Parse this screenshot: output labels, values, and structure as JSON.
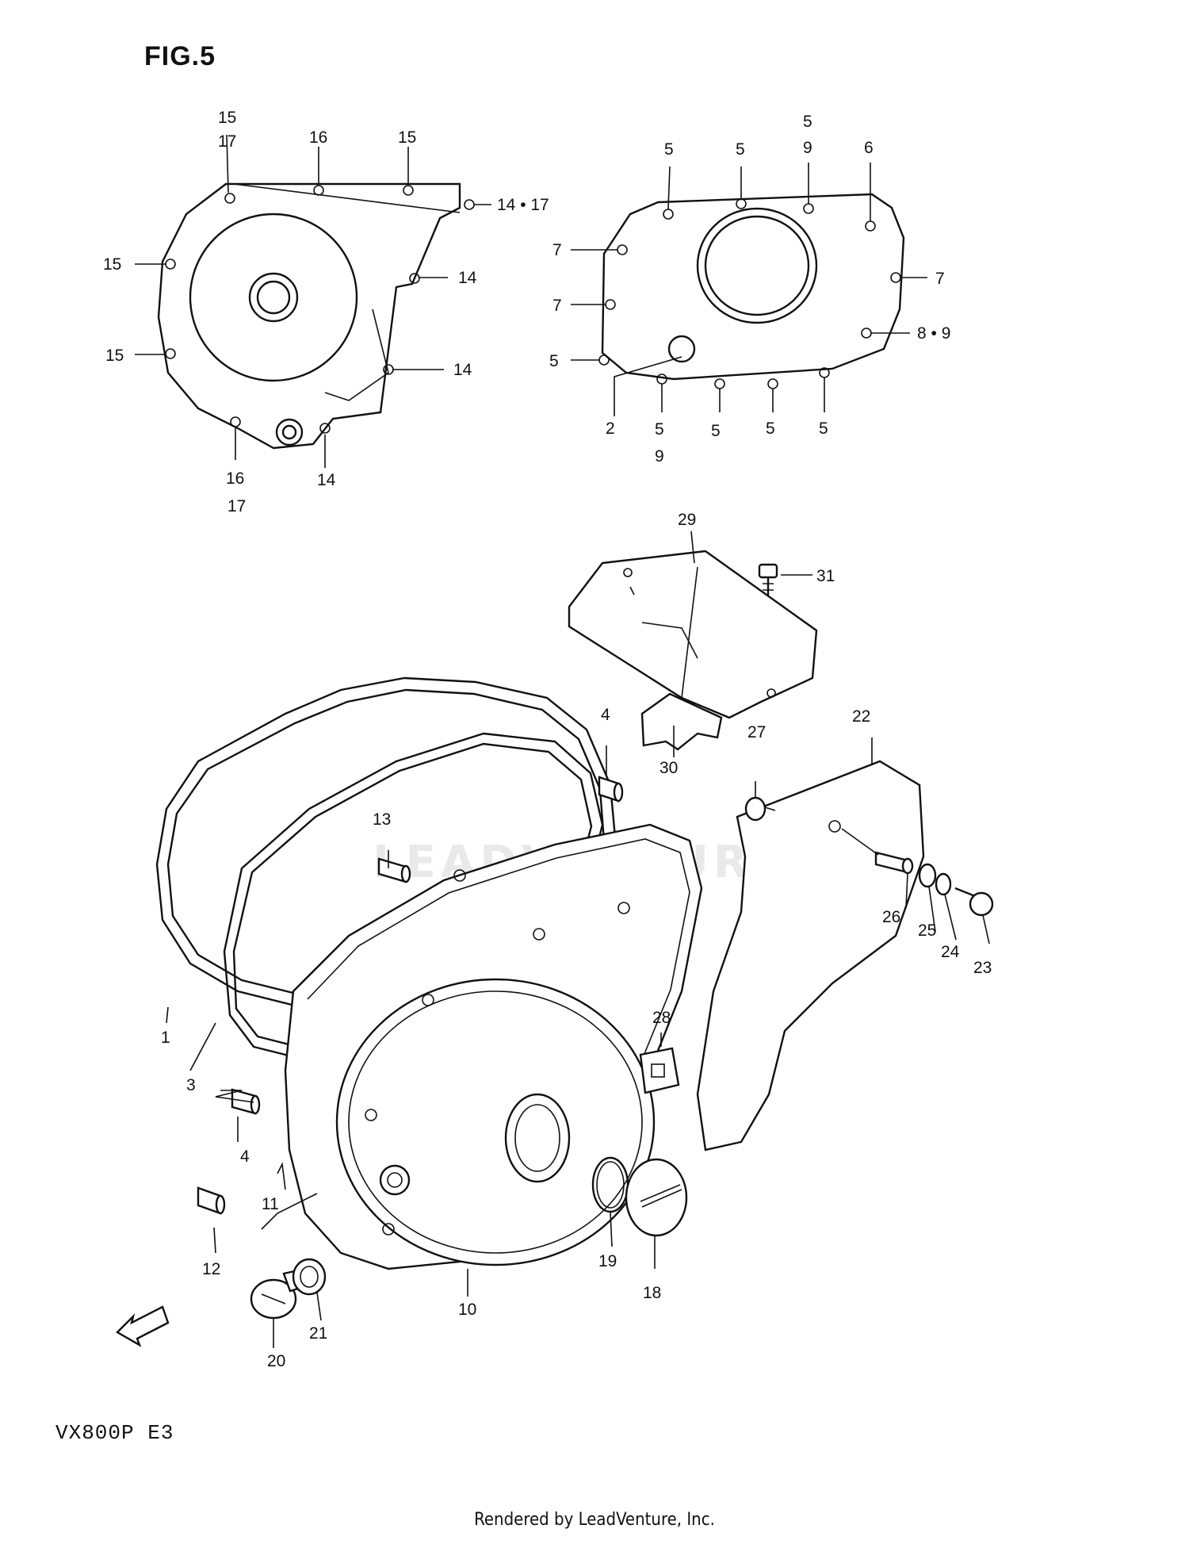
{
  "figure": {
    "title": "FIG.5"
  },
  "model_code": "VX800P  E3",
  "footer": "Rendered by LeadVenture, Inc.",
  "watermark": "LEADVENTURE",
  "callouts": {
    "c1": "1",
    "c2": "2",
    "c3": "3",
    "c4a": "4",
    "c4b": "4",
    "c5a": "5",
    "c5b": "5",
    "c5c": "5",
    "c5d": "5",
    "c5e": "5",
    "c5f": "5",
    "c5g": "5",
    "c5h": "5",
    "c5i": "5",
    "c6": "6",
    "c7a": "7",
    "c7b": "7",
    "c7c": "7",
    "c8_9": "8 • 9",
    "c9a": "9",
    "c9b": "9",
    "c10": "10",
    "c11": "11",
    "c12": "12",
    "c13": "13",
    "c14a": "14 • 17",
    "c14b": "14",
    "c14c": "14",
    "c14d": "14",
    "c15a": "15",
    "c15b": "15",
    "c15c": "15",
    "c15d": "15",
    "c16a": "16",
    "c16b": "16",
    "c17a": "17",
    "c17b": "17",
    "c18": "18",
    "c19": "19",
    "c20": "20",
    "c21": "21",
    "c22": "22",
    "c23": "23",
    "c24": "24",
    "c25": "25",
    "c26": "26",
    "c27": "27",
    "c28": "28",
    "c29": "29",
    "c30": "30",
    "c31": "31"
  }
}
